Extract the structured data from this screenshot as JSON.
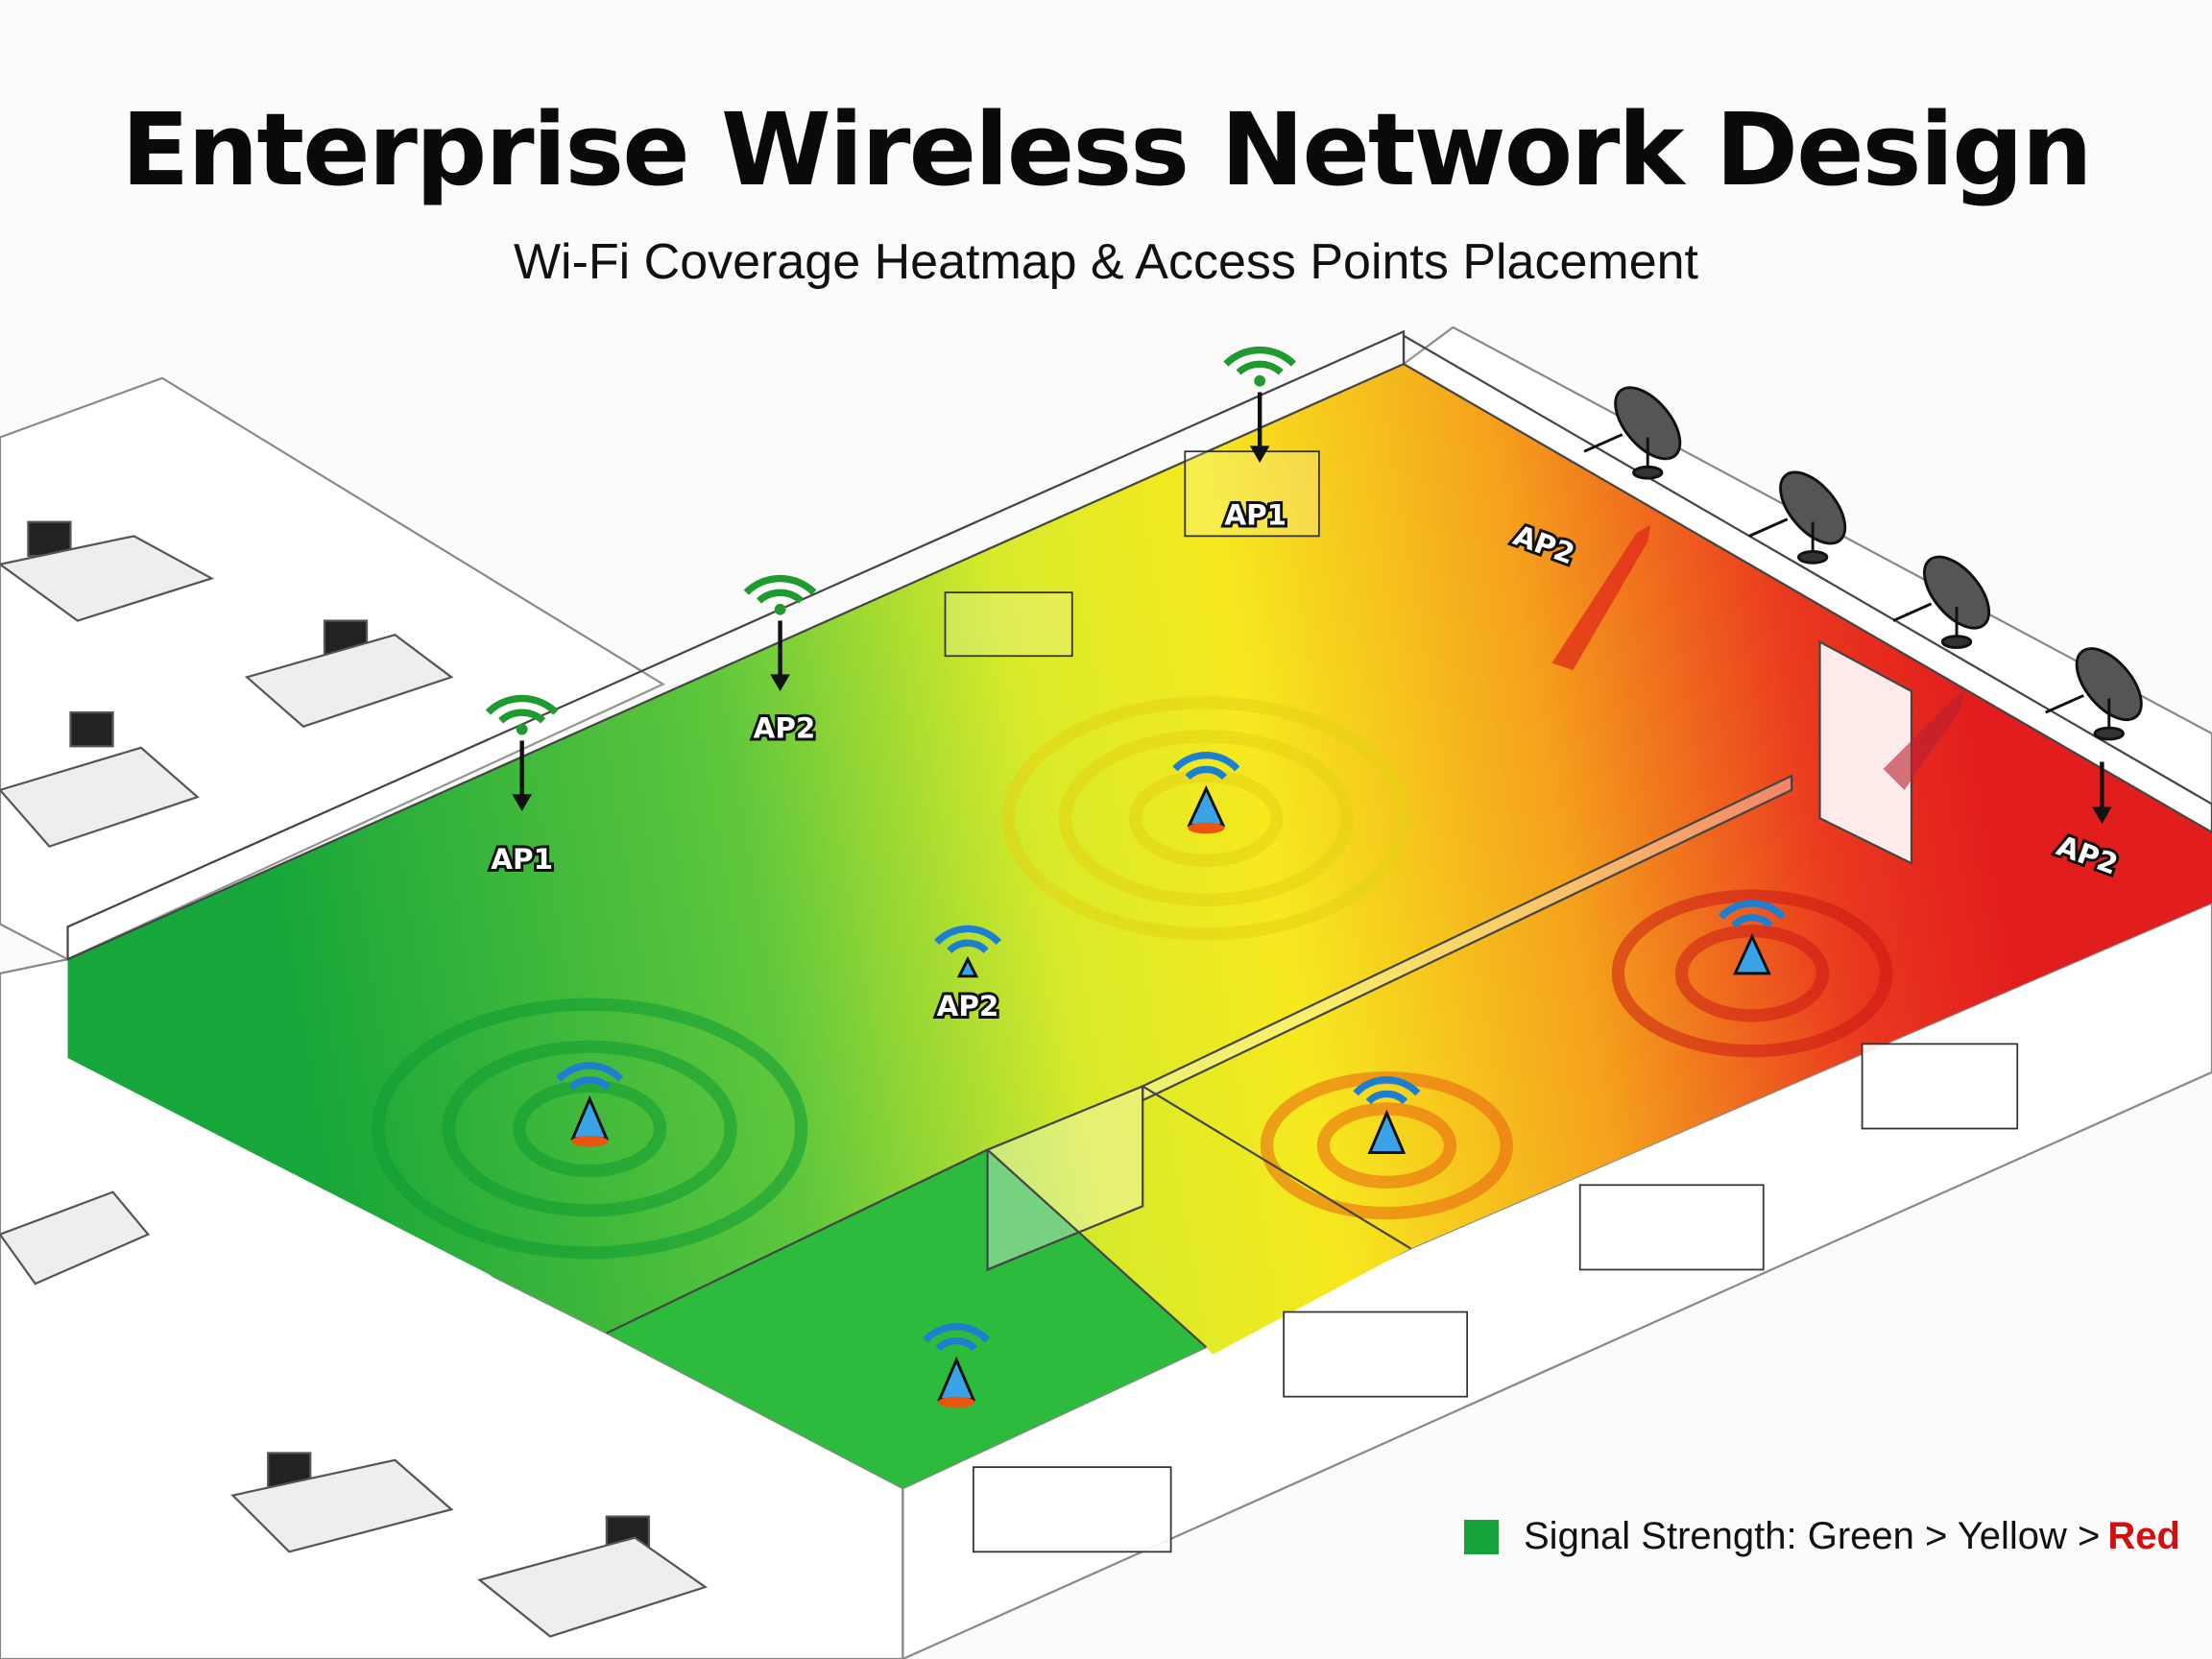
{
  "header": {
    "title": "Enterprise Wireless Network Design",
    "subtitle": "Wi-Fi Coverage Heatmap & Access Points Placement"
  },
  "access_points": [
    {
      "label": "AP1",
      "marker": "green-wifi-arrow"
    },
    {
      "label": "AP2",
      "marker": "green-wifi-arrow"
    },
    {
      "label": "AP1",
      "marker": "green-wifi-arrow"
    },
    {
      "label": "AP2",
      "marker": "red-arrow"
    },
    {
      "label": "AP2",
      "marker": "blue-wifi-cone"
    },
    {
      "label": "AP2",
      "marker": "black-arrow"
    }
  ],
  "legend": {
    "prefix": "Signal Strength: Green > Yellow >",
    "strongest": "Green",
    "middle": "Yellow",
    "weakest": "Red",
    "swatch_color": "#16a33a",
    "weak_color": "#d10f0f"
  },
  "colors": {
    "strong": "#16a83a",
    "medium": "#f2e51c",
    "weak": "#e8231e"
  }
}
